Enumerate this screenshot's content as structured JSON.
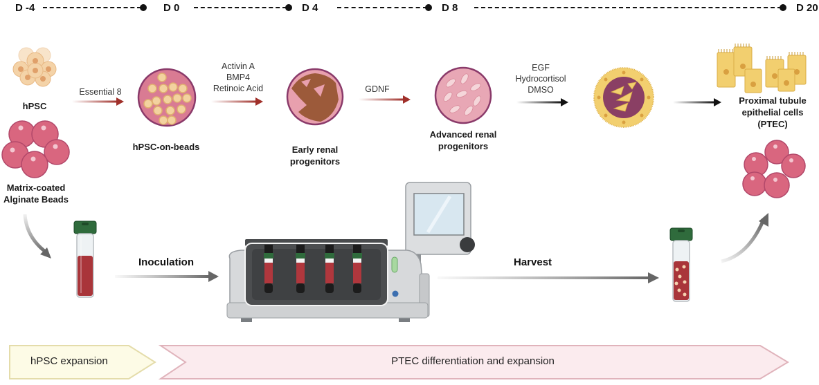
{
  "timeline": {
    "days": [
      "D -4",
      "D 0",
      "D 4",
      "D 8",
      "D 20"
    ]
  },
  "stages": {
    "hpsc": "hPSC",
    "beads": [
      "Matrix-coated",
      "Alginate Beads"
    ],
    "hpsc_on_beads": "hPSC-on-beads",
    "early": [
      "Early renal",
      "progenitors"
    ],
    "advanced": [
      "Advanced renal",
      "progenitors"
    ],
    "ptec": [
      "Proximal tubule",
      "epithelial cells",
      "(PTEC)"
    ]
  },
  "reagents": {
    "step1": [
      "Essential 8"
    ],
    "step2": [
      "Activin A",
      "BMP4",
      "Retinoic Acid"
    ],
    "step3": [
      "GDNF"
    ],
    "step4": [
      "EGF",
      "Hydrocortisol",
      "DMSO"
    ]
  },
  "process": {
    "inoculation": "Inoculation",
    "harvest": "Harvest"
  },
  "phases": {
    "phase1": "hPSC expansion",
    "phase2": "PTEC differentiation and  expansion"
  },
  "colors": {
    "red_arrow": "#a0302a",
    "black_arrow": "#111111",
    "gray_arrow": "#707070",
    "bead_pink": "#d9667f",
    "phase1_fill": "#fdfbe6",
    "phase1_border": "#e4dcaa",
    "phase2_fill": "#fbebee",
    "phase2_border": "#e0b3bb"
  }
}
